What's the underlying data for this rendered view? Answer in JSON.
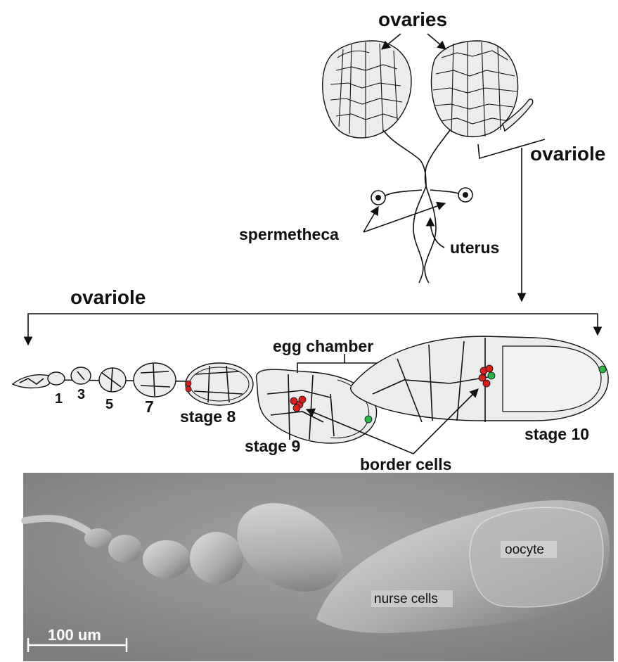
{
  "labels": {
    "ovaries": "ovaries",
    "ovariole_top": "ovariole",
    "spermetheca": "spermetheca",
    "uterus": "uterus",
    "ovariole_mid": "ovariole",
    "egg_chamber": "egg chamber",
    "stage_1": "1",
    "stage_3": "3",
    "stage_5": "5",
    "stage_7": "7",
    "stage_8": "stage 8",
    "stage_9": "stage 9",
    "stage_10": "stage 10",
    "border_cells": "border cells"
  },
  "photo": {
    "oocyte": "oocyte",
    "nurse_cells": "nurse cells",
    "scale_bar": "100 um"
  },
  "colors": {
    "border_cells": "#d62020",
    "polar_cells": "#2fb24a",
    "photo_background": "#8d8d8d"
  }
}
